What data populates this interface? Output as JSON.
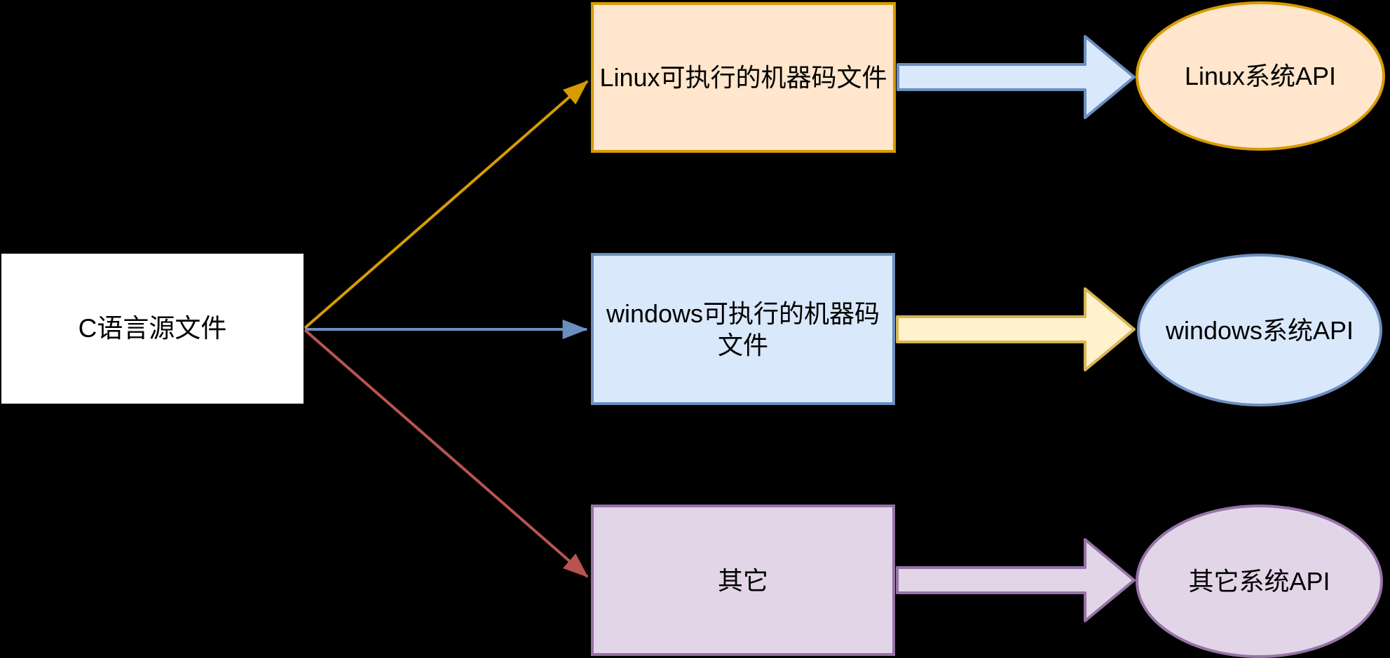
{
  "diagram": {
    "background_color": "#000000",
    "text_color": "#000000",
    "source": {
      "label": "C语言源文件",
      "fill": "#FFFFFF",
      "stroke": "#FFFFFF"
    },
    "targets": [
      {
        "id": "linux",
        "box_label": "Linux可执行的机器码文件",
        "api_label": "Linux系统API",
        "node_fill": "#FFE6CC",
        "node_stroke": "#D79B00",
        "connector_color": "#D79B00",
        "block_arrow_fill": "#DAE8FC",
        "block_arrow_stroke": "#6C8EBF"
      },
      {
        "id": "windows",
        "box_label": "windows可执行的机器码文件",
        "api_label": "windows系统API",
        "node_fill": "#DAE8FC",
        "node_stroke": "#6C8EBF",
        "connector_color": "#6C8EBF",
        "block_arrow_fill": "#FFF2CC",
        "block_arrow_stroke": "#D6B656"
      },
      {
        "id": "other",
        "box_label": "其它",
        "api_label": "其它系统API",
        "node_fill": "#E1D5E7",
        "node_stroke": "#9673A6",
        "connector_color": "#B85450",
        "block_arrow_fill": "#E1D5E7",
        "block_arrow_stroke": "#9673A6"
      }
    ]
  }
}
